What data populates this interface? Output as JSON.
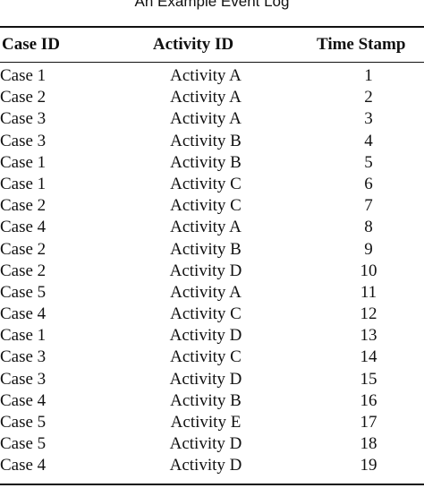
{
  "table": {
    "caption": "An Example Event Log",
    "headers": {
      "case": "Case ID",
      "activity": "Activity ID",
      "time": "Time Stamp"
    },
    "rows": [
      {
        "case": "Case 1",
        "activity": "Activity A",
        "time": "1"
      },
      {
        "case": "Case 2",
        "activity": "Activity A",
        "time": "2"
      },
      {
        "case": "Case 3",
        "activity": "Activity A",
        "time": "3"
      },
      {
        "case": "Case 3",
        "activity": "Activity B",
        "time": "4"
      },
      {
        "case": "Case 1",
        "activity": "Activity B",
        "time": "5"
      },
      {
        "case": "Case 1",
        "activity": "Activity C",
        "time": "6"
      },
      {
        "case": "Case 2",
        "activity": "Activity C",
        "time": "7"
      },
      {
        "case": "Case 4",
        "activity": "Activity A",
        "time": "8"
      },
      {
        "case": "Case 2",
        "activity": "Activity B",
        "time": "9"
      },
      {
        "case": "Case 2",
        "activity": "Activity D",
        "time": "10"
      },
      {
        "case": "Case 5",
        "activity": "Activity A",
        "time": "11"
      },
      {
        "case": "Case 4",
        "activity": "Activity C",
        "time": "12"
      },
      {
        "case": "Case 1",
        "activity": "Activity D",
        "time": "13"
      },
      {
        "case": "Case 3",
        "activity": "Activity C",
        "time": "14"
      },
      {
        "case": "Case 3",
        "activity": "Activity D",
        "time": "15"
      },
      {
        "case": "Case 4",
        "activity": "Activity B",
        "time": "16"
      },
      {
        "case": "Case 5",
        "activity": "Activity E",
        "time": "17"
      },
      {
        "case": "Case 5",
        "activity": "Activity D",
        "time": "18"
      },
      {
        "case": "Case 4",
        "activity": "Activity D",
        "time": "19"
      }
    ]
  }
}
